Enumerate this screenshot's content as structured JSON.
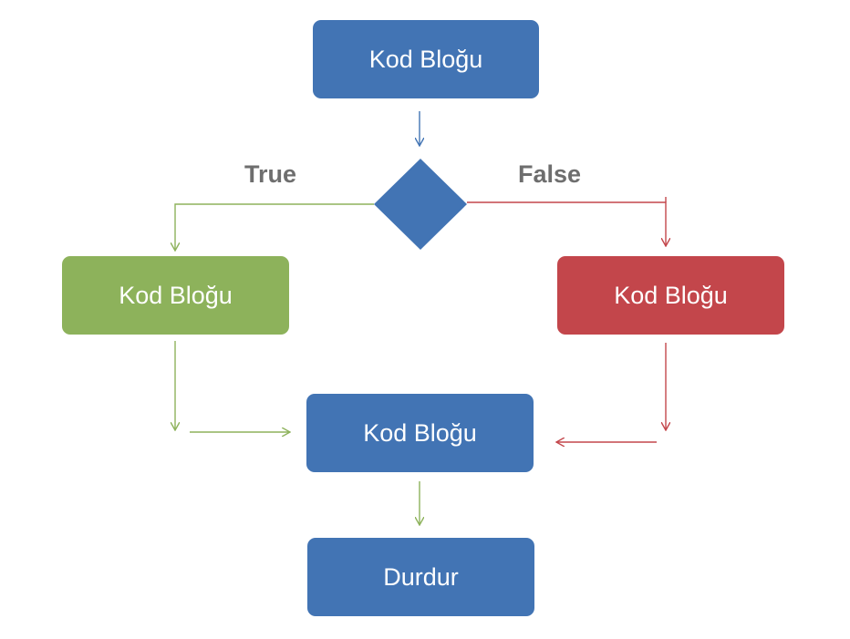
{
  "colors": {
    "blue": "#4274b4",
    "green": "#8db25b",
    "red": "#c3464b",
    "label_gray": "#6e6e6e",
    "arrow_blue": "#4274b4",
    "arrow_green": "#8db25b",
    "arrow_red": "#c3464b"
  },
  "nodes": {
    "start": {
      "label": "Kod Bloğu"
    },
    "decision": {
      "shape": "diamond"
    },
    "true_block": {
      "label": "Kod Bloğu"
    },
    "false_block": {
      "label": "Kod Bloğu"
    },
    "merge_block": {
      "label": "Kod Bloğu"
    },
    "stop": {
      "label": "Durdur"
    }
  },
  "branches": {
    "true_label": "True",
    "false_label": "False"
  }
}
